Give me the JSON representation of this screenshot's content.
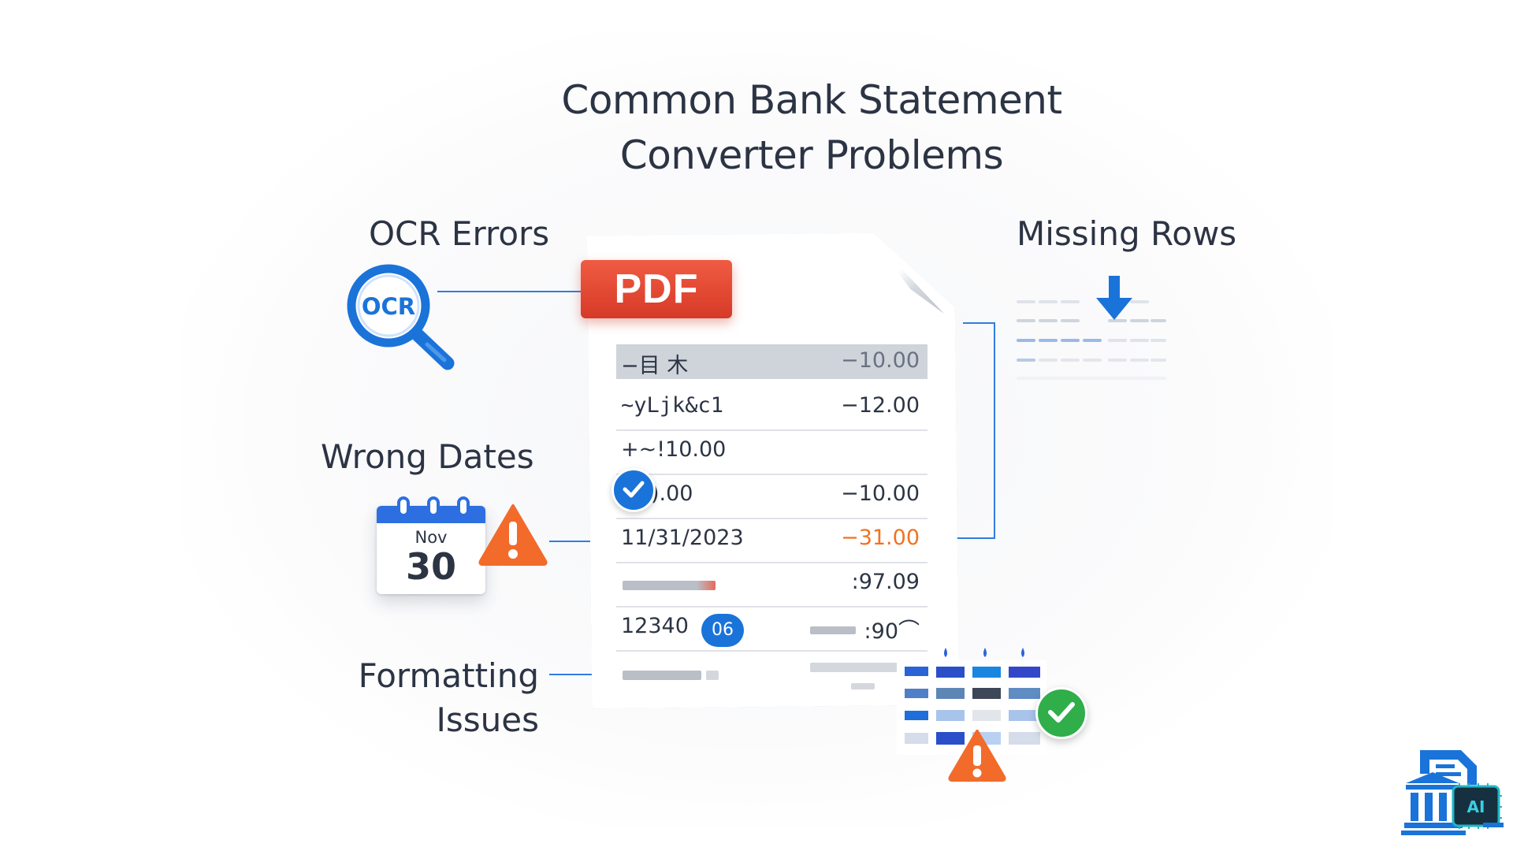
{
  "title_line1": "Common Bank Statement",
  "title_line2": "Converter Problems",
  "labels": {
    "ocr": "OCR Errors",
    "missing": "Mi̇ssing Rows",
    "dates": "Wrong Dates",
    "format_line1": "Formatting",
    "format_line2": "Issues"
  },
  "ocr_icon_text": "OCR",
  "pdf_badge": "PDF",
  "rows": [
    {
      "left": "−目 ⽊",
      "right": "−10.00"
    },
    {
      "left": "~yLjk&c1",
      "right": "−12.00"
    },
    {
      "left": "+~!10.00",
      "right": ""
    },
    {
      "left": ").00",
      "right": "−10.00"
    },
    {
      "left": "11/31/2023",
      "right": "−31.00"
    },
    {
      "left": "",
      "right": ":97.09"
    },
    {
      "left": "12340",
      "chip": "06",
      "right": ":90⌒"
    }
  ],
  "calendar": {
    "month": "Nov",
    "day": "30"
  },
  "logo_text": "AI",
  "colors": {
    "blue": "#1a73d9",
    "red": "#e0412c",
    "orange": "#f26b2a",
    "green": "#2fae4a",
    "text": "#2c3444"
  },
  "icons": [
    "search-icon",
    "pdf-badge",
    "calendar-icon",
    "warning-icon",
    "arrow-down-icon",
    "check-icon",
    "bank-ai-logo"
  ]
}
